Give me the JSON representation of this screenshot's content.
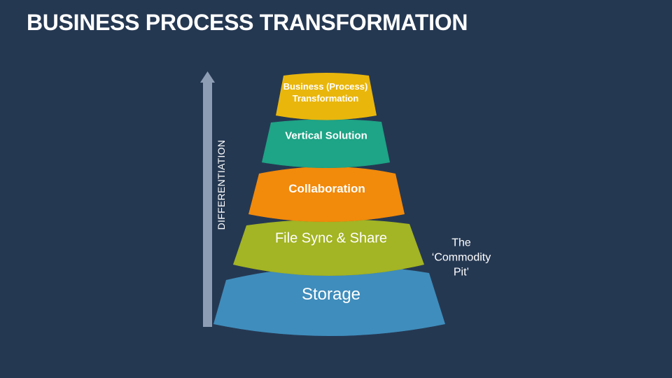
{
  "title": "BUSINESS PROCESS TRANSFORMATION",
  "axis_label": "DIFFERENTIATION",
  "layers": [
    {
      "label": "Business (Process) Transformation",
      "color": "#e9b60c"
    },
    {
      "label": "Vertical Solution",
      "color": "#1ea486"
    },
    {
      "label": "Collaboration",
      "color": "#f28a0b"
    },
    {
      "label": "File Sync & Share",
      "color": "#a3b424"
    },
    {
      "label": "Storage",
      "color": "#3f8dbc"
    }
  ],
  "annotation": "The ‘Commodity Pit’",
  "colors": {
    "background": "#253852",
    "arrow": "#8d9db4"
  }
}
